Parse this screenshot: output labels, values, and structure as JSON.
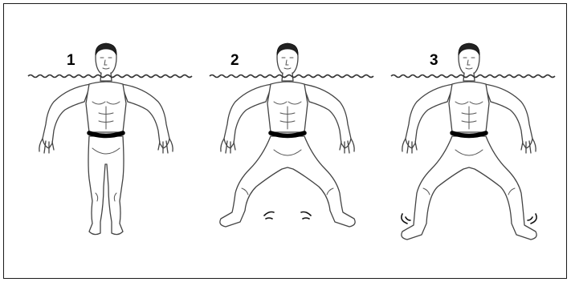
{
  "figure": {
    "panels": [
      {
        "number": "1",
        "leg_pose": "together"
      },
      {
        "number": "2",
        "leg_pose": "spread-feet-out"
      },
      {
        "number": "3",
        "leg_pose": "spread-feet-down"
      }
    ],
    "colors": {
      "line": "#444444",
      "belt": "#000000",
      "frame": "#1a1a1a",
      "background": "#ffffff"
    }
  }
}
